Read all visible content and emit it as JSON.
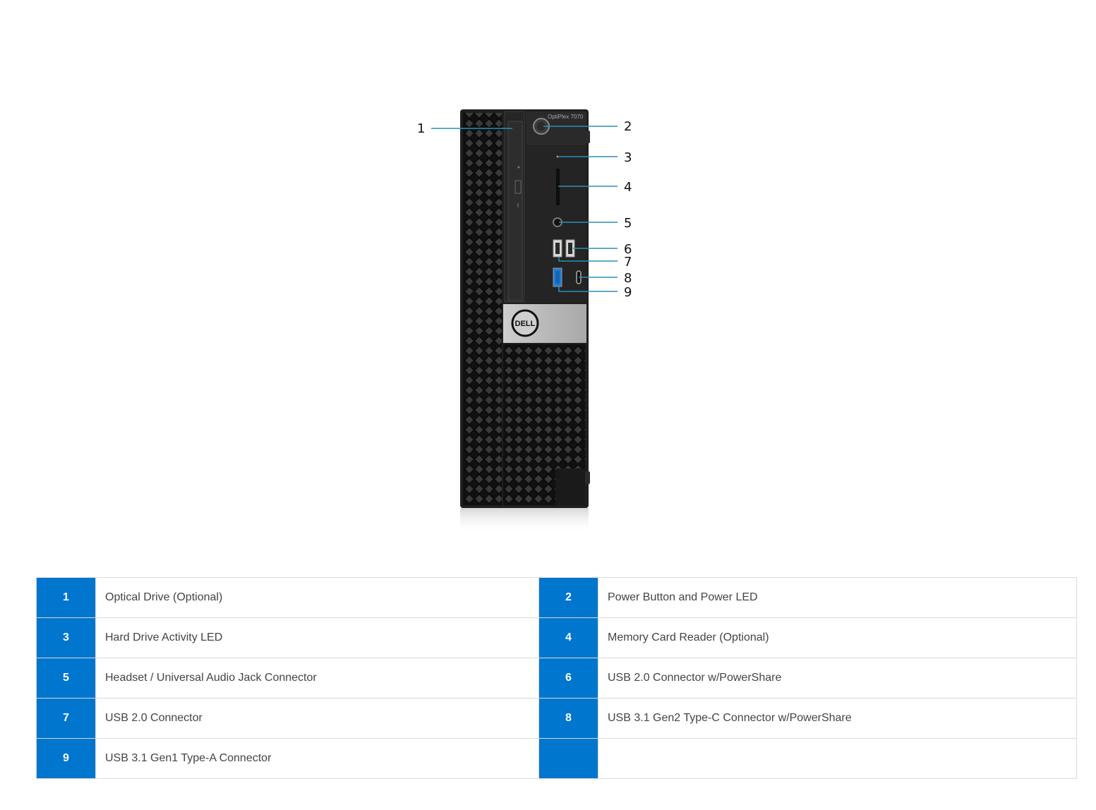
{
  "device": {
    "model_label": "OptiPlex 7070",
    "brand_label": "DELL"
  },
  "callouts": [
    "1",
    "2",
    "3",
    "4",
    "5",
    "6",
    "7",
    "8",
    "9"
  ],
  "table": {
    "rows": [
      {
        "left_num": "1",
        "left_label": "Optical Drive (Optional)",
        "right_num": "2",
        "right_label": "Power Button and Power LED"
      },
      {
        "left_num": "3",
        "left_label": "Hard Drive Activity LED",
        "right_num": "4",
        "right_label": "Memory Card Reader (Optional)"
      },
      {
        "left_num": "5",
        "left_label": "Headset / Universal Audio Jack Connector",
        "right_num": "6",
        "right_label": "USB 2.0 Connector w/PowerShare"
      },
      {
        "left_num": "7",
        "left_label": "USB 2.0 Connector",
        "right_num": "8",
        "right_label": "USB 3.1 Gen2 Type-C Connector w/PowerShare"
      },
      {
        "left_num": "9",
        "left_label": "USB 3.1 Gen1 Type-A Connector",
        "right_num": "",
        "right_label": ""
      }
    ]
  },
  "colors": {
    "accent": "#0076ce",
    "callout_line": "#2a8fb8",
    "chassis": "#1f1f1f"
  }
}
